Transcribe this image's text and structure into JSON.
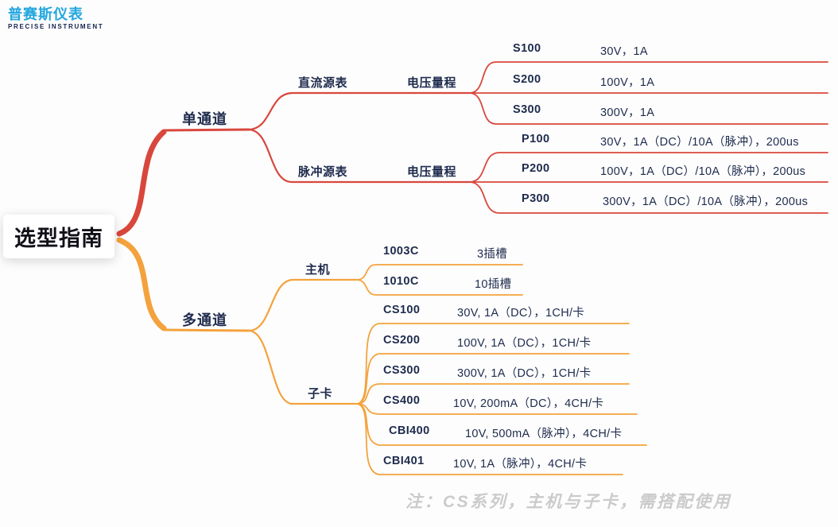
{
  "logo": {
    "title_cn": "普赛斯仪表",
    "title_en": "PRECISE INSTRUMENT"
  },
  "root_label": "选型指南",
  "note": "注：CS系列，主机与子卡，需搭配使用",
  "colors": {
    "branch_red": "#d9473c",
    "branch_orange": "#f4a23d",
    "text_navy": "#1e2b4d",
    "logo_blue": "#23a6df",
    "note_gray": "#cbcbcb"
  },
  "tree": {
    "single": {
      "label": "单通道",
      "dc": {
        "label": "直流源表",
        "range_label": "电压量程",
        "items": [
          {
            "model": "S100",
            "spec": "30V，1A"
          },
          {
            "model": "S200",
            "spec": "100V，1A"
          },
          {
            "model": "S300",
            "spec": "300V，1A"
          }
        ]
      },
      "pulse": {
        "label": "脉冲源表",
        "range_label": "电压量程",
        "items": [
          {
            "model": "P100",
            "spec": "30V，1A（DC）/10A（脉冲），200us"
          },
          {
            "model": "P200",
            "spec": "100V，1A（DC）/10A（脉冲），200us"
          },
          {
            "model": "P300",
            "spec": "300V，1A（DC）/10A（脉冲），200us"
          }
        ]
      }
    },
    "multi": {
      "label": "多通道",
      "mainframe": {
        "label": "主机",
        "items": [
          {
            "model": "1003C",
            "spec": "3插槽"
          },
          {
            "model": "1010C",
            "spec": "10插槽"
          }
        ]
      },
      "cards": {
        "label": "子卡",
        "items": [
          {
            "model": "CS100",
            "spec": "30V, 1A（DC），1CH/卡"
          },
          {
            "model": "CS200",
            "spec": "100V, 1A（DC），1CH/卡"
          },
          {
            "model": "CS300",
            "spec": "300V, 1A（DC），1CH/卡"
          },
          {
            "model": "CS400",
            "spec": "10V, 200mA（DC），4CH/卡"
          },
          {
            "model": "CBI400",
            "spec": "10V, 500mA（脉冲），4CH/卡"
          },
          {
            "model": "CBI401",
            "spec": "10V, 1A（脉冲），4CH/卡"
          }
        ]
      }
    }
  }
}
